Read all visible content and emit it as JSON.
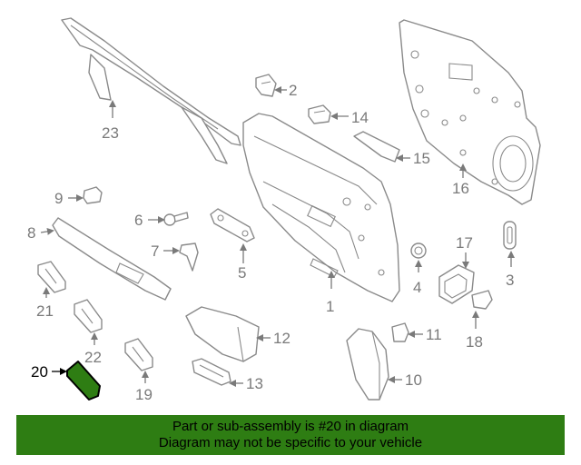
{
  "diagram": {
    "callouts": {
      "c1": "1",
      "c2": "2",
      "c3": "3",
      "c4": "4",
      "c5": "5",
      "c6": "6",
      "c7": "7",
      "c8": "8",
      "c9": "9",
      "c10": "10",
      "c11": "11",
      "c12": "12",
      "c13": "13",
      "c14": "14",
      "c15": "15",
      "c16": "16",
      "c17": "17",
      "c18": "18",
      "c19": "19",
      "c20": "20",
      "c21": "21",
      "c22": "22",
      "c23": "23"
    },
    "highlighted_part": "20",
    "colors": {
      "highlight_fill": "#2e7d13",
      "line": "#8a8a8a",
      "banner": "#2e7d13"
    }
  },
  "footer": {
    "line1": "Part or sub-assembly is #20 in diagram",
    "line2": "Diagram may not be specific to your vehicle"
  }
}
